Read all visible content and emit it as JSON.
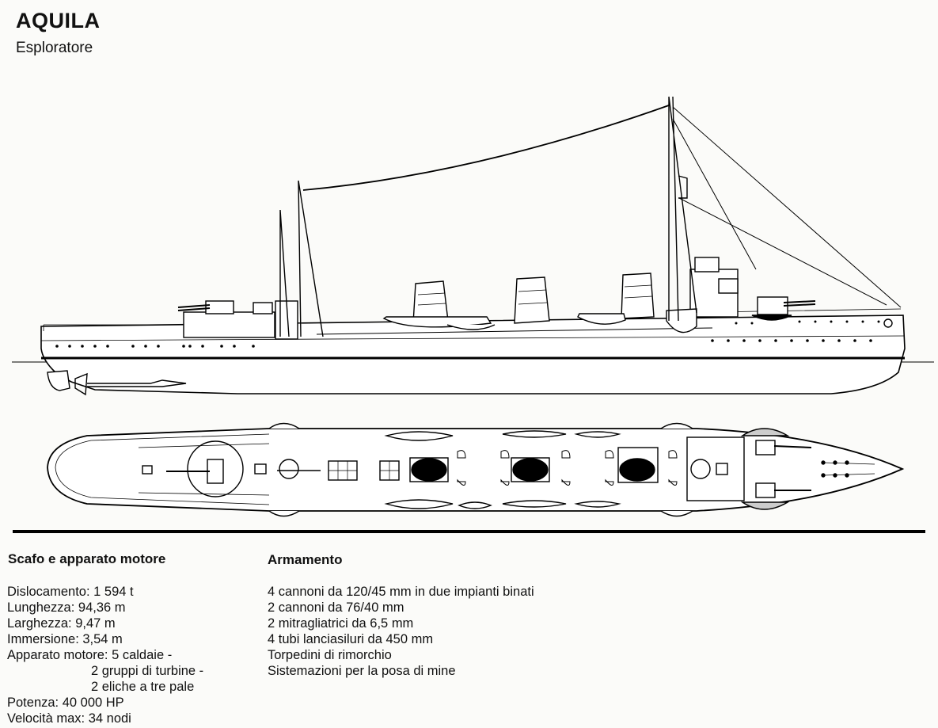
{
  "header": {
    "title": "AQUILA",
    "subtitle": "Esploratore"
  },
  "drawing": {
    "profile": {
      "stroke": "#000000",
      "fill": "#ffffff"
    },
    "plan": {
      "stroke": "#000000",
      "fill": "#ffffff"
    }
  },
  "hull_section": {
    "title": "Scafo e apparato motore",
    "lines": [
      "Dislocamento: 1 594 t",
      "Lunghezza: 94,36 m",
      "Larghezza: 9,47 m",
      "Immersione: 3,54 m",
      "Apparato motore: 5 caldaie -",
      "2 gruppi di turbine -",
      "2 eliche a tre pale",
      "Potenza: 40 000 HP",
      "Velocità max: 34 nodi"
    ]
  },
  "armament_section": {
    "title": "Armamento",
    "lines": [
      "4 cannoni da 120/45 mm in due impianti binati",
      "2 cannoni da 76/40 mm",
      "2 mitragliatrici da 6,5 mm",
      "4 tubi lanciasiluri da 450 mm",
      "Torpedini di rimorchio",
      "Sistemazioni per la posa di mine"
    ]
  }
}
